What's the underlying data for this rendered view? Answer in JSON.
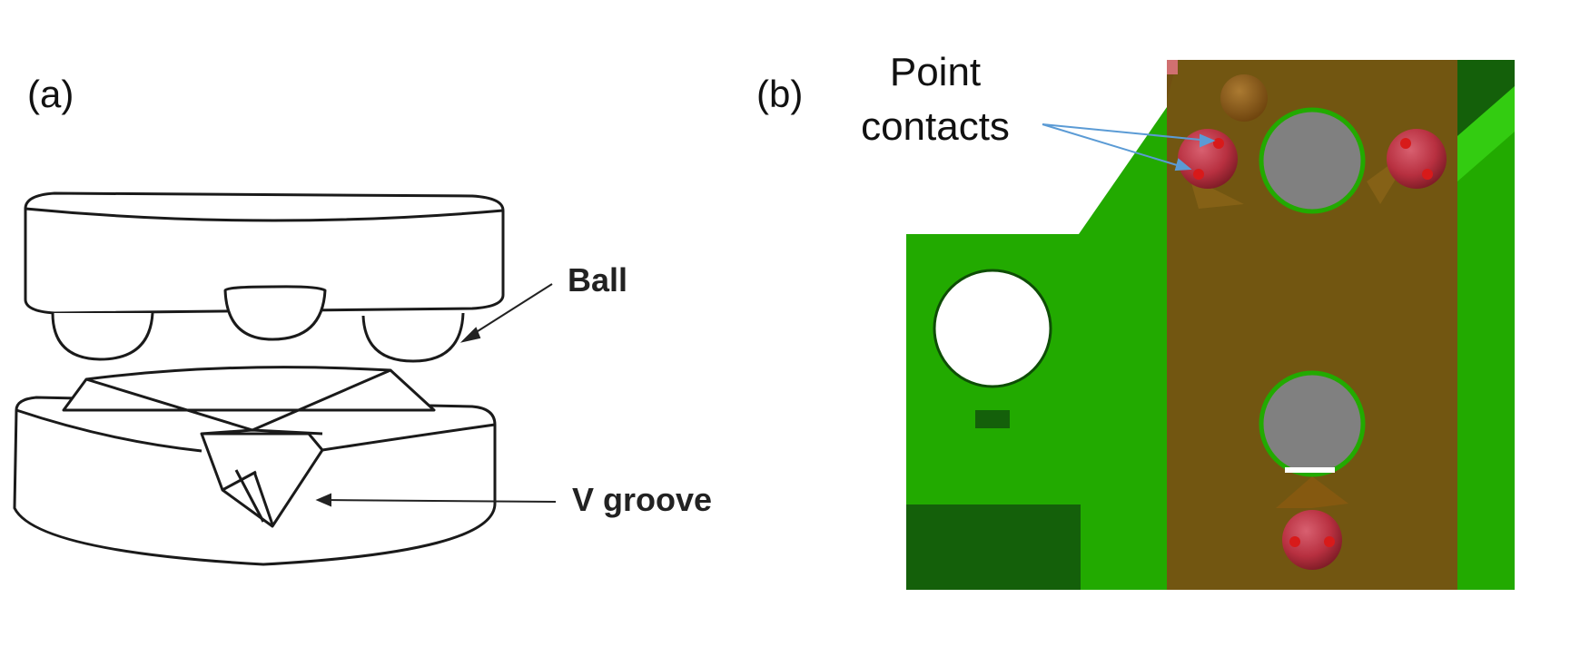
{
  "panel_a": {
    "label": "(a)",
    "annotations": {
      "ball": "Ball",
      "v_groove": "V groove"
    }
  },
  "panel_b": {
    "label": "(b)",
    "annotations": {
      "point_contacts_line1": "Point",
      "point_contacts_line2": "contacts"
    }
  },
  "colors": {
    "green_bright": "#22aa00",
    "green_dark": "#14600a",
    "brown_overlay": "#7a4f12",
    "bore_gray": "#808080",
    "ball_red": "#b83040",
    "contact_red": "#d81a1a",
    "arrow_blue": "#5b9bd5"
  }
}
